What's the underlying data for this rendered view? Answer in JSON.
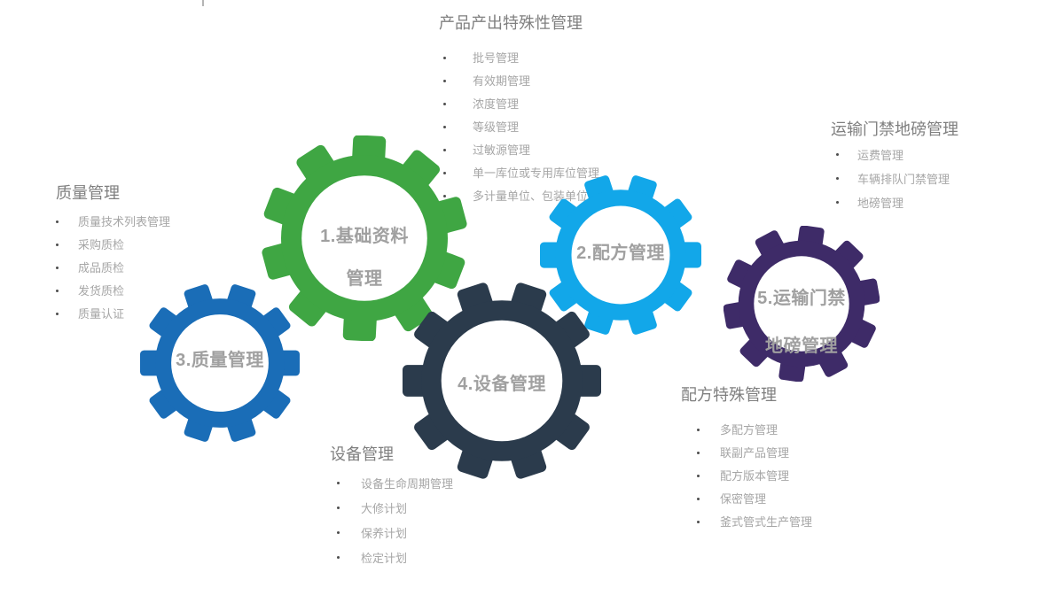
{
  "canvas": {
    "background": "#FFFFFF"
  },
  "colors": {
    "section_title": "#7F7F7F",
    "list_item": "#A6A6A6",
    "bullet": "#4D4D4D",
    "gear_label": "#A0A0A0",
    "gear_inner": "#FFFFFF"
  },
  "sections": {
    "product_output": {
      "title": "产品产出特殊性管理",
      "items": [
        "批号管理",
        "有效期管理",
        "浓度管理",
        "等级管理",
        "过敏源管理",
        "单一库位或专用库位管理",
        "多计量单位、包装单位"
      ]
    },
    "quality": {
      "title": "质量管理",
      "items": [
        "质量技术列表管理",
        "采购质检",
        "成品质检",
        "发货质检",
        "质量认证"
      ]
    },
    "transport": {
      "title": "运输门禁地磅管理",
      "items": [
        "运费管理",
        "车辆排队门禁管理",
        "地磅管理"
      ]
    },
    "equipment": {
      "title": "设备管理",
      "items": [
        "设备生命周期管理",
        "大修计划",
        "保养计划",
        "检定计划"
      ]
    },
    "formula_special": {
      "title": "配方特殊管理",
      "items": [
        "多配方管理",
        "联副产品管理",
        "配方版本管理",
        "保密管理",
        "釜式管式生产管理"
      ]
    }
  },
  "gears": [
    {
      "id": "basic-data",
      "label_lines": [
        "1.基础资料",
        "管理"
      ],
      "color": "#3FA643"
    },
    {
      "id": "formula",
      "label_lines": [
        "2.配方管理"
      ],
      "color": "#12A7E9"
    },
    {
      "id": "quality",
      "label_lines": [
        "3.质量管理"
      ],
      "color": "#1A6DB7"
    },
    {
      "id": "equipment",
      "label_lines": [
        "4.设备管理"
      ],
      "color": "#2B3B4C"
    },
    {
      "id": "transport",
      "label_lines": [
        "5.运输门禁",
        "地磅管理"
      ],
      "color": "#3E2B68"
    }
  ]
}
